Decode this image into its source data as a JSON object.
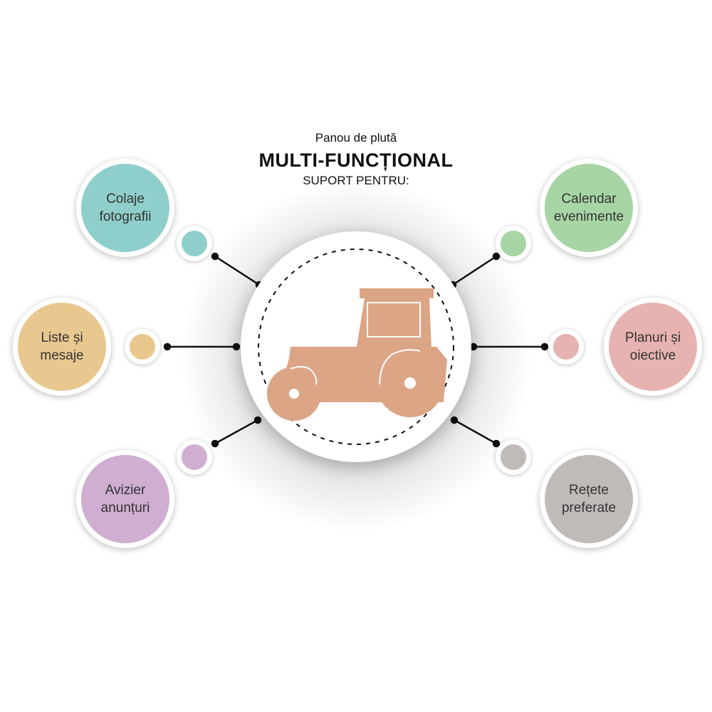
{
  "title": {
    "line1": "Panou de plută",
    "line2": "MULTI-FUNCȚIONAL",
    "line3": "SUPORT PENTRU:"
  },
  "center_icon": "tractor-icon",
  "cork_color": "#dca586",
  "items": [
    {
      "label": "Colaje\nfotografii",
      "color": "#8fcfcb"
    },
    {
      "label": "Liste și\nmesaje",
      "color": "#e9c88f"
    },
    {
      "label": "Avizier\nanunțuri",
      "color": "#cfaed1"
    },
    {
      "label": "Calendar\nevenimente",
      "color": "#a7d5a5"
    },
    {
      "label": "Planuri și\noiective",
      "color": "#e7b3b0"
    },
    {
      "label": "Rețete\npreferate",
      "color": "#c0bbb9"
    }
  ]
}
